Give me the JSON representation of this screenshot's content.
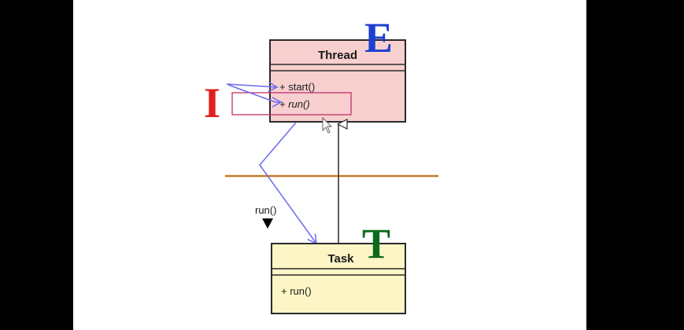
{
  "diagram": {
    "superclass": {
      "name": "Thread",
      "methods": [
        "+ start()",
        "+ run()"
      ],
      "fill": "#f8cfcf",
      "header_fill": "#f4c2c2"
    },
    "subclass": {
      "name": "Task",
      "methods": [
        "+ run()"
      ],
      "fill": "#fdf5c6"
    },
    "call_label": "run()",
    "markers": {
      "E": {
        "text": "E",
        "color": "#1f3fd0"
      },
      "I": {
        "text": "I",
        "color": "#e02020"
      },
      "T": {
        "text": "T",
        "color": "#0b6b1a"
      }
    },
    "colors": {
      "annotation_arrow": "#6a6af0",
      "separator_line": "#c87828",
      "highlight_box": "#c0306a",
      "inheritance": "#2a2a2a"
    }
  }
}
